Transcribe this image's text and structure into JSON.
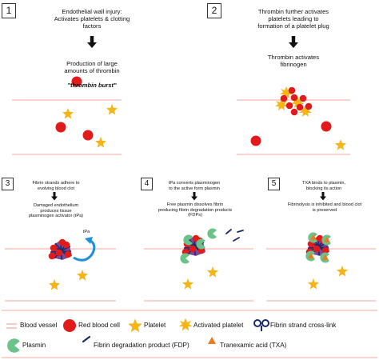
{
  "panels": [
    {
      "number": "1",
      "text": "Endothelial wall injury:\nActivates platelets & clotting\nfactors",
      "result_line1": "Production of large\namounts of thrombin",
      "result_line2": "\"thrombin burst\""
    },
    {
      "number": "2",
      "text": "Thrombin further activates\nplatelets leading to\nformation of a platelet plug",
      "result": "Thrombin activates\nfibrinogen"
    },
    {
      "number": "3",
      "text": "Fibrin strands adhere to\nevolving blood clot",
      "result": "Damaged endothelium\nproduces tissue\nplasminogen activator (tPa)",
      "tag": "tPa"
    },
    {
      "number": "4",
      "text": "tPa converts plasminogen\nto the active form plasmin",
      "result": "Free plasmin dissolves fibrin\nproducing fibrin degradation products\n(FDPs)"
    },
    {
      "number": "5",
      "text": "TXA binds to plasmin,\nblocking its action",
      "result": "Fibrinolysis is inhibited and blood clot\nis preserved"
    }
  ],
  "legend": {
    "blood_vessel": "Blood vessel",
    "red_blood_cell": "Red blood cell",
    "platelet": "Platelet",
    "activated_platelet": "Activated platelet",
    "fibrin_crosslink": "Fibrin strand cross-link",
    "plasmin": "Plasmin",
    "fdp": "Fibrin degradation product (FDP)",
    "txa": "Tranexamic acid (TXA)"
  },
  "colors": {
    "vessel": "#f0a8a0",
    "rbc": "#e21a1a",
    "platelet": "#f5b418",
    "fibrin": "#1b2a6b",
    "plasmin": "#6cc38a",
    "txa": "#ef7b1e",
    "arrow": "#1f8fd6"
  }
}
